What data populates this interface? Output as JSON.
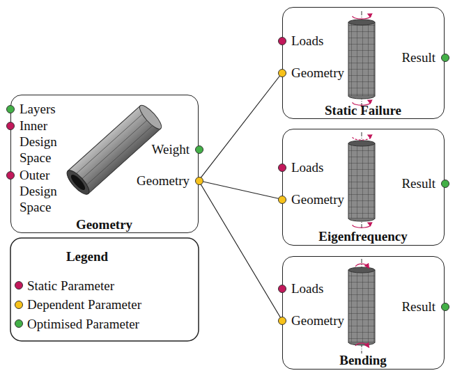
{
  "diagram": {
    "nodes": [
      {
        "text": [
          "Geometry",
          "Layers",
          "Inner Design Space",
          "Outer Design Space",
          "Weight",
          "Geometry"
        ]
      },
      {
        "text": [
          "Static Failure",
          "Loads",
          "Geometry",
          "Result"
        ]
      },
      {
        "text": [
          "Eigenfrequency",
          "Loads",
          "Geometry",
          "Result"
        ]
      },
      {
        "text": [
          "Bending",
          "Loads",
          "Geometry",
          "Result"
        ]
      }
    ],
    "edges": [
      {
        "from": 0,
        "to": 1,
        "arrow": "none"
      },
      {
        "from": 0,
        "to": 2,
        "arrow": "none"
      },
      {
        "from": 0,
        "to": 3,
        "arrow": "none"
      }
    ],
    "labels": [
      "Legend"
    ],
    "legend": [
      {
        "text": "Static Parameter",
        "color": "#c2185b"
      },
      {
        "text": "Dependent Parameter",
        "color": "#f7c21b"
      },
      {
        "text": "Optimised Parameter",
        "color": "#43b047"
      }
    ]
  }
}
